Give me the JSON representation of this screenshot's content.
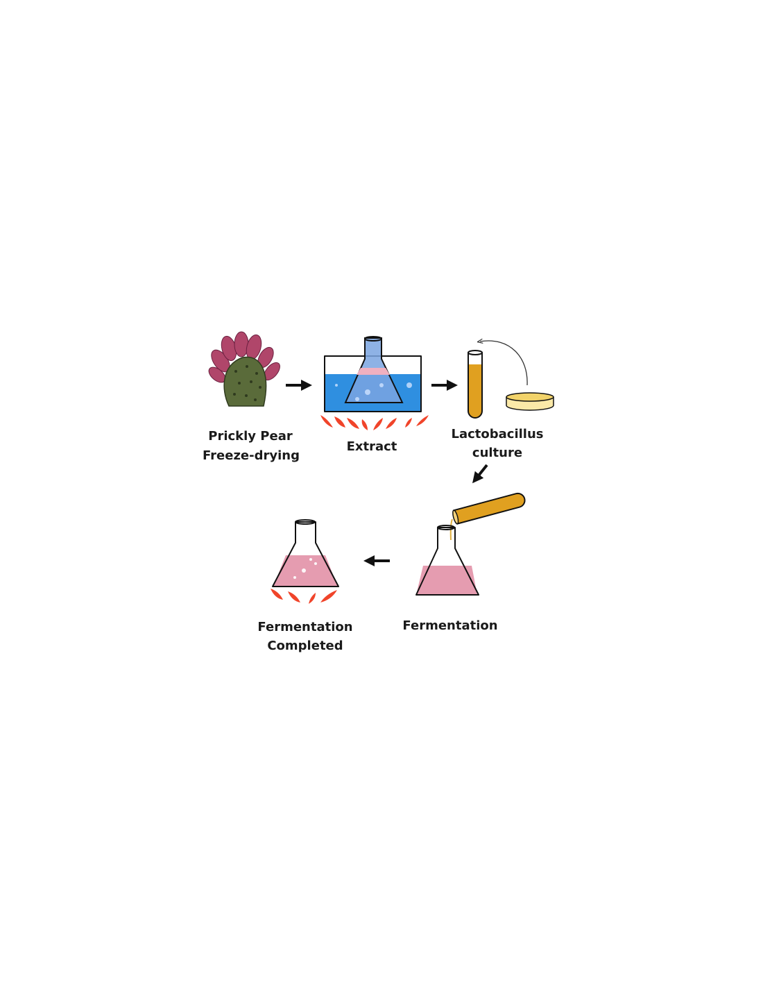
{
  "diagram": {
    "steps": [
      {
        "id": "prickly-pear",
        "label_lines": [
          "Prickly Pear",
          "Freeze-drying"
        ],
        "icon": "cactus-icon"
      },
      {
        "id": "extract",
        "label_lines": [
          "Extract"
        ],
        "icon": "heated-water-bath-flask-icon"
      },
      {
        "id": "culture",
        "label_lines": [
          "Lactobacillus",
          "culture"
        ],
        "icon": "test-tube-and-petri-dish-icon"
      },
      {
        "id": "fermentation",
        "label_lines": [
          "Fermentation"
        ],
        "icon": "pouring-tube-into-flask-icon"
      },
      {
        "id": "completed",
        "label_lines": [
          "Fermentation",
          "Completed"
        ],
        "icon": "heated-flask-icon"
      }
    ],
    "flow": [
      "prickly-pear",
      "extract",
      "culture",
      "fermentation",
      "completed"
    ],
    "colors": {
      "cactus": "#5a6b3a",
      "fruit": "#b0466a",
      "water": "#2f8fe0",
      "pink_liquid": "#e59cb0",
      "culture": "#e0a020",
      "flame": "#f0442a",
      "arrow": "#111111"
    }
  }
}
